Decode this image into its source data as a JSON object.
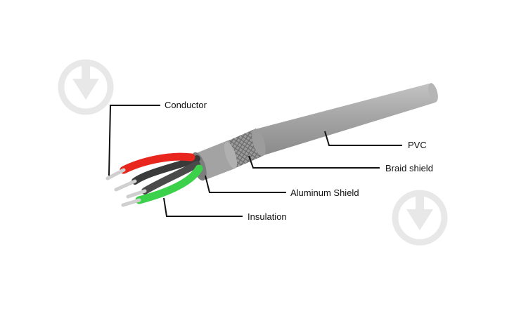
{
  "labels": {
    "conductor": "Conductor",
    "pvc": "PVC",
    "braid_shield": "Braid shield",
    "aluminum_shield": "Aluminum Shield",
    "insulation": "Insulation"
  },
  "colors": {
    "jacket": "#a9a9a9",
    "braid": "#8d8d8d",
    "wire_red": "#e8261e",
    "wire_green": "#3bd14a",
    "wire_dark": "#3a3a3a",
    "conductor_metal": "#cfcfcf",
    "leader_line": "#111111",
    "watermark": "#e6e6e6"
  },
  "icons": [
    "watermark-icon",
    "watermark-icon"
  ]
}
